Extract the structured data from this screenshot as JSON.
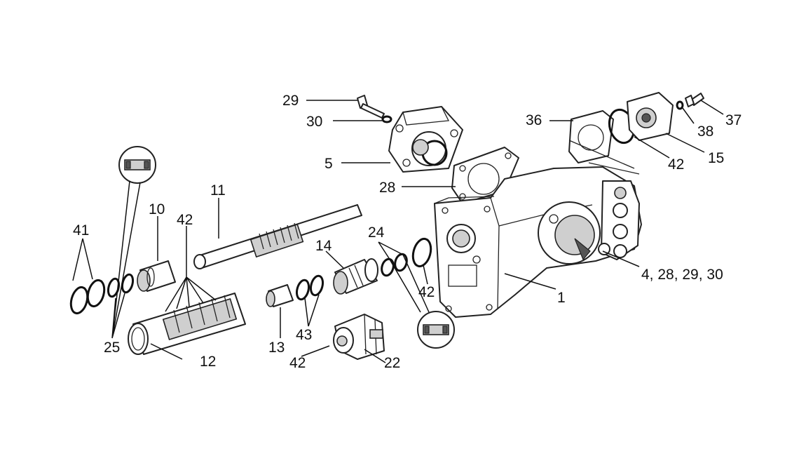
{
  "diagram": {
    "callouts": {
      "c29": "29",
      "c30": "30",
      "c5": "5",
      "c28": "28",
      "c36": "36",
      "c42_cap": "42",
      "c15": "15",
      "c38": "38",
      "c37": "37",
      "c11": "11",
      "c10": "10",
      "c42_mid": "42",
      "c41": "41",
      "c25": "25",
      "c12": "12",
      "c13": "13",
      "c43": "43",
      "c14": "14",
      "c24": "24",
      "c42_housing": "42",
      "c42_motor": "42",
      "c22": "22",
      "c1": "1",
      "c4_28_29_30": "4, 28, 29, 30"
    }
  }
}
